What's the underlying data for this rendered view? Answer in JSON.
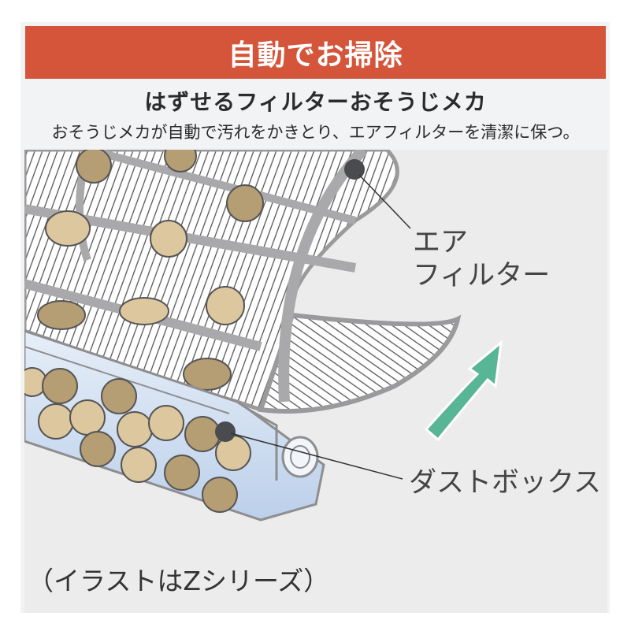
{
  "banner": {
    "title": "自動でお掃除",
    "color": "#d5553a"
  },
  "subtitle": "はずせるフィルターおそうじメカ",
  "description": "おそうじメカが自動で汚れをかきとり、エアフィルターを清潔に保つ。",
  "illustration": {
    "labels": {
      "air_filter_line1": "エア",
      "air_filter_line2": "フィルター",
      "dust_box": "ダストボックス"
    },
    "note": "（イラストはZシリーズ）",
    "colors": {
      "background": "#ececec",
      "filter_frame": "#a9a9ab",
      "dust_dark": "#b59d74",
      "dust_light": "#dcc79f",
      "dust_box": "#d4e1f2",
      "arrow": "#58b595",
      "pointer_dot": "#4a4b4f"
    }
  }
}
